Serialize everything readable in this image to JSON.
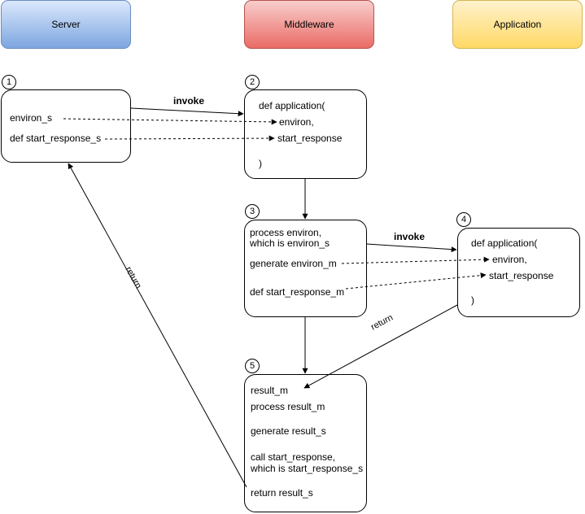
{
  "lanes": {
    "server": "Server",
    "middleware": "Middleware",
    "application": "Application"
  },
  "steps": {
    "s1": {
      "badge": "1",
      "lines": [
        "environ_s",
        "def start_response_s"
      ]
    },
    "s2": {
      "badge": "2",
      "lines": [
        "def application(",
        "environ,",
        "start_response",
        ")"
      ]
    },
    "s3": {
      "badge": "3",
      "lines": [
        "process environ,",
        "which is environ_s",
        "generate environ_m",
        "def start_response_m"
      ]
    },
    "s4": {
      "badge": "4",
      "lines": [
        "def application(",
        "environ,",
        "start_response",
        ")"
      ]
    },
    "s5": {
      "badge": "5",
      "lines": [
        "result_m",
        "process result_m",
        "generate result_s",
        "call start_response,",
        "which is start_response_s",
        "return result_s"
      ]
    }
  },
  "edge_labels": {
    "invoke_1": "invoke",
    "invoke_2": "invoke",
    "return_1": "return",
    "return_2": "return"
  }
}
